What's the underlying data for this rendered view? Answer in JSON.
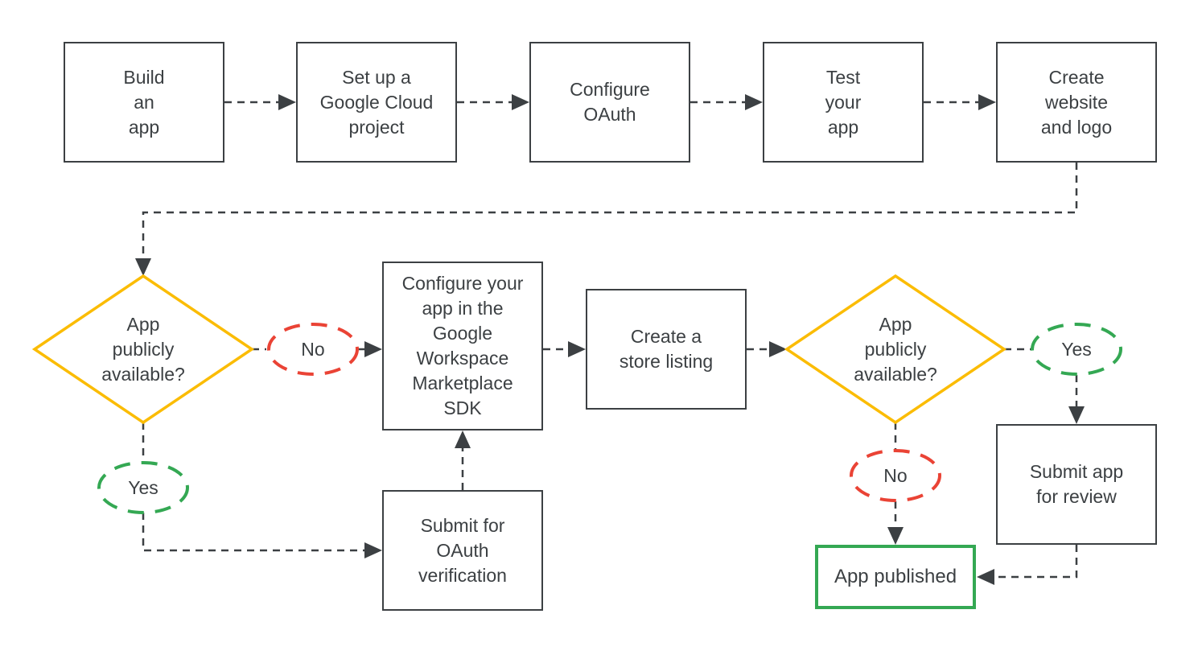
{
  "diagram": {
    "type": "flowchart",
    "colors": {
      "outline_gray": "#3C4043",
      "text": "#3C4043",
      "decision_yellow": "#FBBC04",
      "yes_green": "#34A853",
      "no_red": "#EA4335",
      "published_border_green": "#34A853",
      "background": "#FFFFFF"
    }
  },
  "process_steps": {
    "build_app": "Build\nan\napp",
    "setup_project": "Set up a\nGoogle Cloud\nproject",
    "configure_oauth": "Configure\nOAuth",
    "test_app": "Test\nyour\napp",
    "create_website": "Create\nwebsite\nand logo",
    "configure_sdk": "Configure your\napp in the\nGoogle\nWorkspace\nMarketplace\nSDK",
    "store_listing": "Create a\nstore listing",
    "submit_oauth": "Submit for\nOAuth\nverification",
    "submit_review": "Submit app\nfor review",
    "app_published": "App published"
  },
  "decisions": {
    "decision1": "App\npublicly\navailable?",
    "decision2": "App\npublicly\navailable?"
  },
  "branch_labels": {
    "no1": "No",
    "yes1": "Yes",
    "yes2": "Yes",
    "no2": "No"
  }
}
